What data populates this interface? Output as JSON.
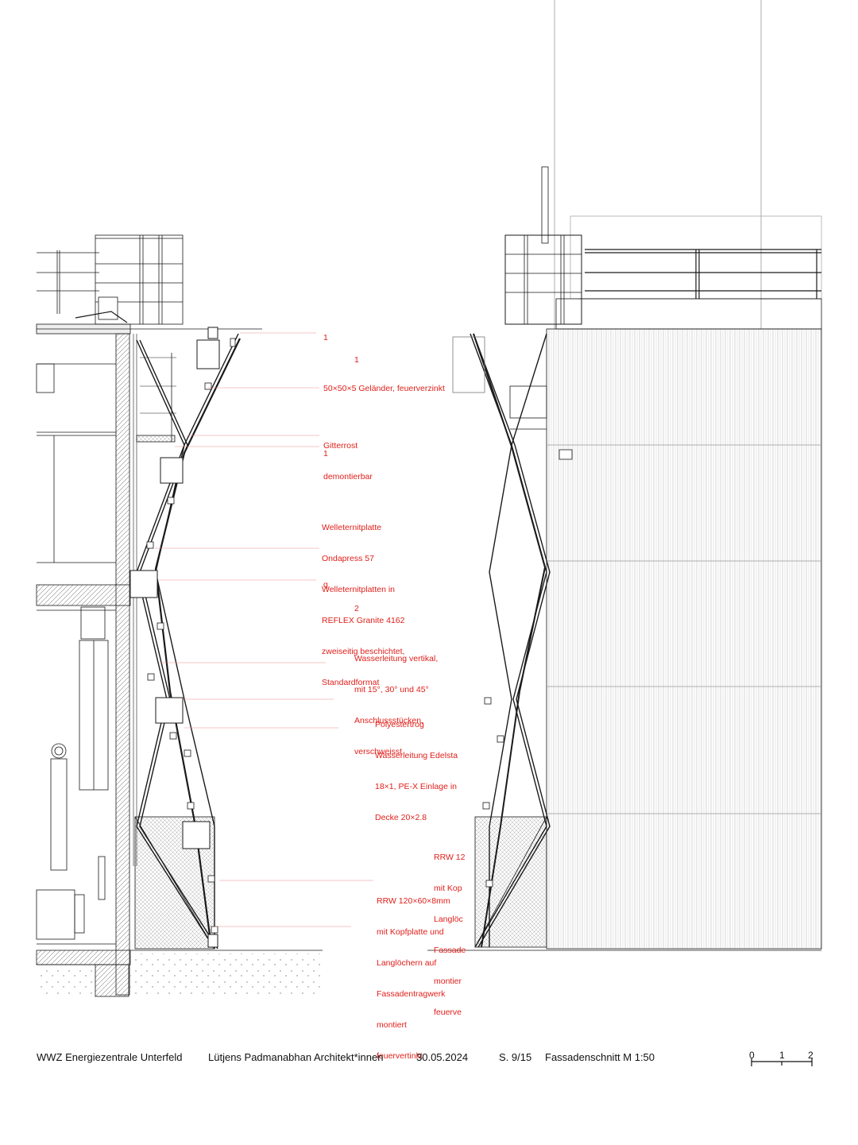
{
  "annotations": {
    "a1": "1",
    "a2": "1",
    "a3": "50×50×5 Geländer, feuerverzinkt",
    "a4": [
      "Gitterrost",
      "demontierbar"
    ],
    "a5": "1",
    "a6": [
      "Welleternitplatte",
      "Ondapress 57",
      "Welleternitplatten in",
      "REFLEX Granite 4162",
      "zweiseitig beschichtet,",
      "Standardformat"
    ],
    "a7": "q",
    "a8": "2",
    "a9": [
      "Wasserleitung vertikal,",
      "mit 15°, 30° und 45°",
      "Anschlussstücken,",
      "verschweisst"
    ],
    "a10": [
      "Polyestertrog",
      "Wasserleitung Edelsta",
      "18×1, PE-X Einlage in",
      "Decke 20×2.8"
    ],
    "a11": [
      "RRW 12(",
      "mit Kop",
      "Langlöc",
      "Fassade",
      "montier",
      "feuerve"
    ],
    "a12": [
      "RRW 120×60×8mm",
      "mit Kopfplatte und",
      "Langlöchern auf",
      "Fassadentragwerk",
      "montiert",
      "feuervertinkt"
    ]
  },
  "footer": {
    "project": "WWZ Energiezentrale Unterfeld",
    "architect": "Lütjens Padmanabhan Architekt*innen",
    "date": "30.05.2024",
    "page": "S. 9/15",
    "sheet_title": "Fassadenschnitt M 1:50"
  },
  "scale_bar": {
    "labels": [
      "0",
      "1",
      "2"
    ]
  },
  "colors": {
    "line": "#1a1a1a",
    "annotation": "#e0201b",
    "leader": "#f08a8a"
  }
}
